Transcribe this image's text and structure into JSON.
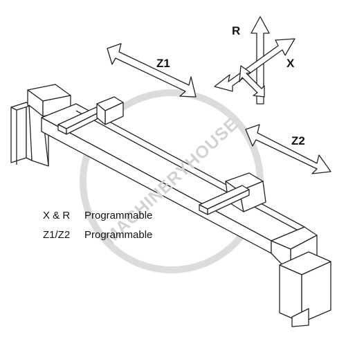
{
  "axes": {
    "r": "R",
    "x": "X",
    "z1": "Z1",
    "z2": "Z2"
  },
  "legend": [
    {
      "axes": "X & R",
      "mode": "Programmable"
    },
    {
      "axes": "Z1/Z2",
      "mode": "Programmable"
    }
  ],
  "watermark": "MACHINERYHOUSE",
  "colors": {
    "line": "#222222",
    "watermark": "#d2d2d2"
  }
}
